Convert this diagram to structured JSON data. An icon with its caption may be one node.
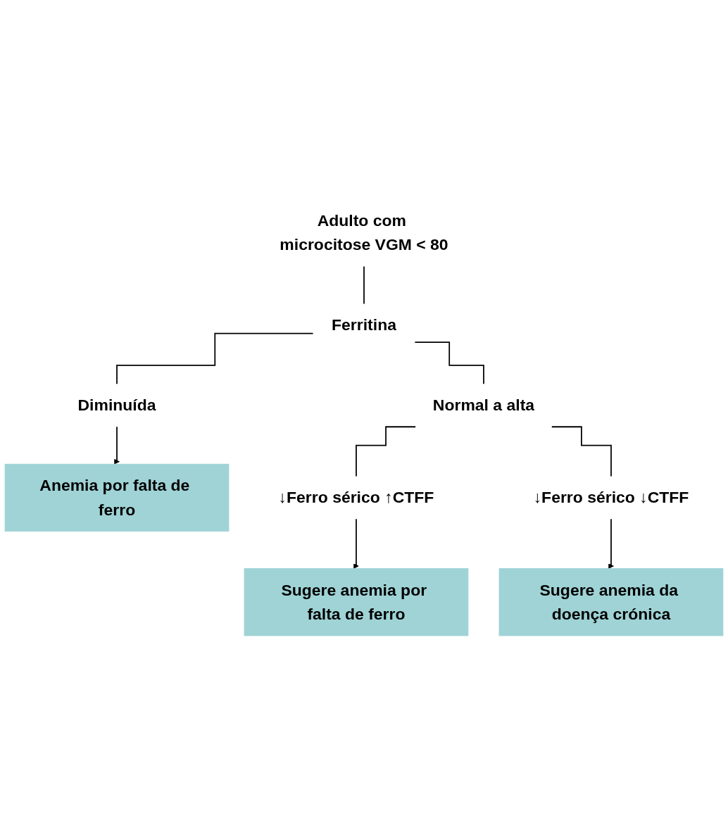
{
  "diagram": {
    "nodes": [
      {
        "text": [
          "Adulto com microcitose VGM < 80"
        ]
      },
      {
        "text": [
          "Ferritina"
        ]
      },
      {
        "text": [
          "Diminuída"
        ]
      },
      {
        "text": [
          "Normal a alta"
        ]
      },
      {
        "text": [
          "Anemia por falta de ferro"
        ]
      },
      {
        "text": [
          "↓Ferro sérico ↑CTFF"
        ]
      },
      {
        "text": [
          "↓Ferro sérico ↓CTFF"
        ]
      },
      {
        "text": [
          "Sugere anemia por falta de ferro"
        ]
      },
      {
        "text": [
          "Sugere anemia da doença crónica"
        ]
      }
    ],
    "edges": [
      {
        "from": 0,
        "to": 1,
        "arrow": "none"
      },
      {
        "from": 1,
        "to": 2,
        "arrow": "none"
      },
      {
        "from": 1,
        "to": 3,
        "arrow": "none"
      },
      {
        "from": 2,
        "to": 4,
        "arrow": "to"
      },
      {
        "from": 3,
        "to": 5,
        "arrow": "none"
      },
      {
        "from": 3,
        "to": 6,
        "arrow": "none"
      },
      {
        "from": 5,
        "to": 7,
        "arrow": "to"
      },
      {
        "from": 6,
        "to": 8,
        "arrow": "to"
      }
    ]
  }
}
